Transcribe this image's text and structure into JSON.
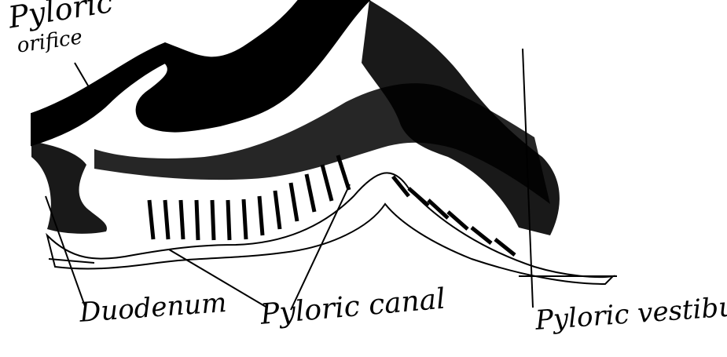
{
  "labels": {
    "pyloric_orifice_line1": "Pyloric",
    "pyloric_orifice_line2": "orifice",
    "duodenum": "Duodenum",
    "pyloric_canal": "Pyloric canal",
    "pyloric_vestibule": "Pyloric vestibule"
  },
  "colors": {
    "ink": "#000000",
    "paper": "#ffffff"
  }
}
